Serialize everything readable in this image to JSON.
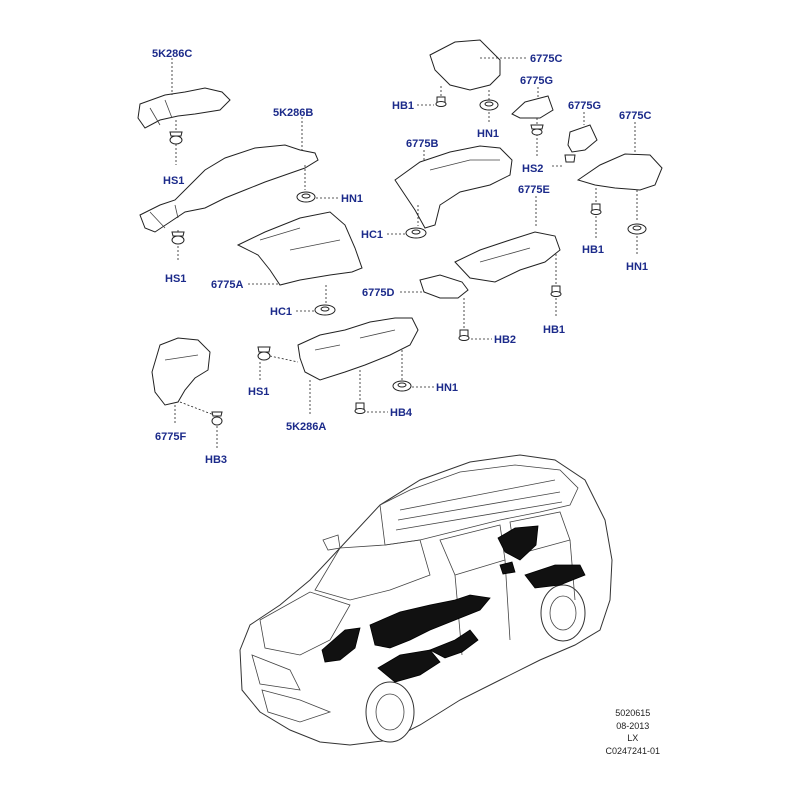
{
  "labels": {
    "l5k286c_top": "5K286C",
    "lhs1_a": "HS1",
    "lhs1_b": "HS1",
    "l5k286b": "5K286B",
    "lhn1_a": "HN1",
    "l6775a": "6775A",
    "lhc1_a": "HC1",
    "l6775c_top": "6775C",
    "lhb1_a": "HB1",
    "lhn1_b": "HN1",
    "l6775g_a": "6775G",
    "l6775g_b": "6775G",
    "l6775b": "6775B",
    "lhs2": "HS2",
    "l6775c_right": "6775C",
    "lhc1_b": "HC1",
    "l6775e": "6775E",
    "lhb1_b": "HB1",
    "lhn1_c": "HN1",
    "l6775d": "6775D",
    "lhb1_c": "HB1",
    "lhb2": "HB2",
    "lhs1_c": "HS1",
    "l5k286a": "5K286A",
    "lhn1_d": "HN1",
    "lhb4": "HB4",
    "l6775f": "6775F",
    "lhb3": "HB3"
  },
  "references": {
    "line1": "5020615",
    "line2": "08-2013",
    "line3": "LX",
    "line4": "C0247241-01"
  },
  "colors": {
    "label_text": "#1b2a8a",
    "line_art": "#222222",
    "shield_fill": "#111111"
  }
}
